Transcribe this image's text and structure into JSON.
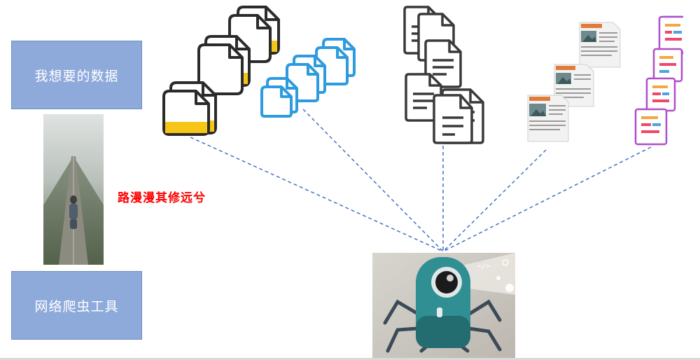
{
  "labels": {
    "want_data": "我想要的数据",
    "crawler_tool": "网络爬虫工具",
    "road_caption": "路漫漫其修远兮"
  },
  "icons": {
    "yellow_files": "yellow-file-stack-icon",
    "blue_files": "blue-file-stack-icon",
    "text_docs": "document-stack-icon",
    "web_pages": "web-article-icon",
    "colored_cards": "colored-card-stack-icon",
    "robot": "crawler-robot-icon"
  },
  "colors": {
    "box_fill": "#8eaadb",
    "caption": "#ff0000",
    "dash_line": "#4472c4",
    "yellow": "#f5c518",
    "blue_file": "#2e9be0",
    "robot_teal": "#2f8f93"
  }
}
